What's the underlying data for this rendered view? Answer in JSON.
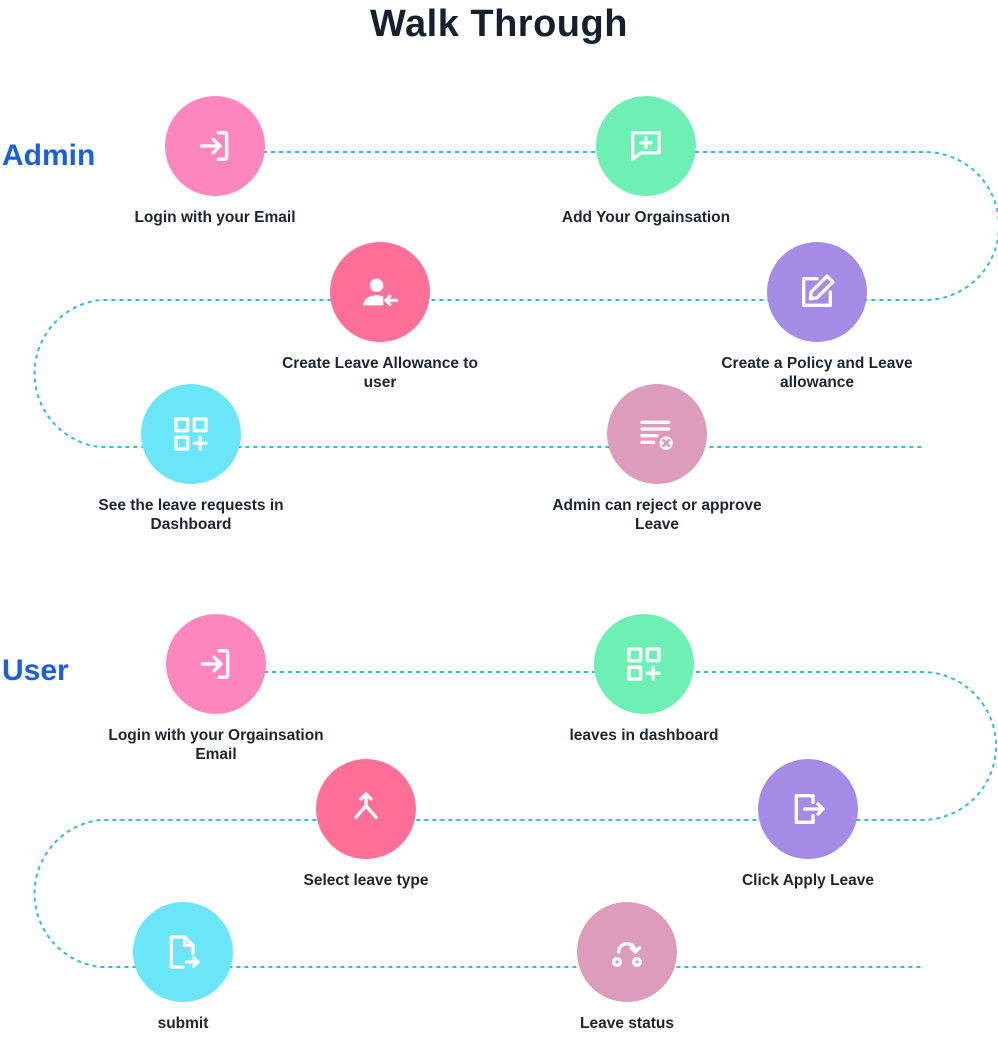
{
  "title": "Walk Through",
  "sections": {
    "admin": {
      "label": "Admin",
      "steps": [
        {
          "label": "Login with your Email",
          "icon": "login-icon",
          "color": "#fd86be"
        },
        {
          "label": "Add Your Orgainsation",
          "icon": "chat-add-icon",
          "color": "#6ef0b4"
        },
        {
          "label": "Create Leave Allowance to user",
          "icon": "user-arrow-icon",
          "color": "#ff6f98"
        },
        {
          "label": "Create a Policy and Leave allowance",
          "icon": "edit-icon",
          "color": "#a48ce6"
        },
        {
          "label": "See the leave requests in Dashboard",
          "icon": "grid-add-icon",
          "color": "#6ae6f8"
        },
        {
          "label": "Admin can reject or approve Leave",
          "icon": "list-reject-icon",
          "color": "#dd9cbc"
        }
      ]
    },
    "user": {
      "label": "User",
      "steps": [
        {
          "label": "Login with your Orgainsation Email",
          "icon": "login-icon",
          "color": "#fd86be"
        },
        {
          "label": "leaves in dashboard",
          "icon": "grid-add-icon",
          "color": "#6ef0b4"
        },
        {
          "label": "Select leave type",
          "icon": "merge-icon",
          "color": "#ff6f98"
        },
        {
          "label": "Click Apply Leave",
          "icon": "apply-icon",
          "color": "#a48ce6"
        },
        {
          "label": "submit",
          "icon": "file-send-icon",
          "color": "#6ae6f8"
        },
        {
          "label": "Leave status",
          "icon": "status-icon",
          "color": "#dd9cbc"
        }
      ]
    }
  },
  "connector_color": "#2bbde8"
}
